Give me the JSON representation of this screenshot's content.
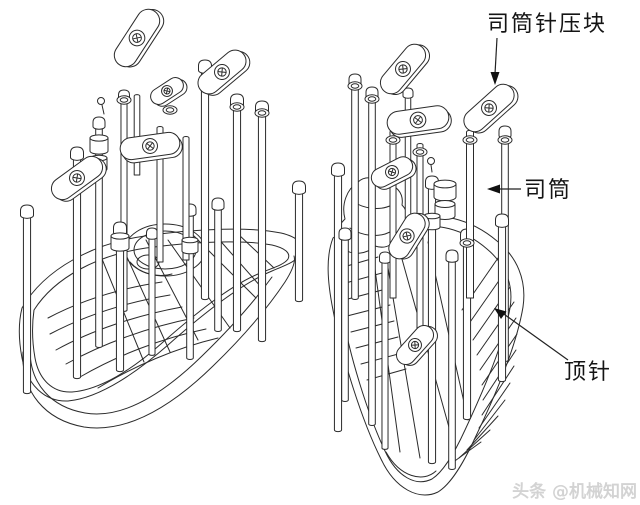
{
  "diagram": {
    "labels": {
      "block": {
        "text": "司筒针压块"
      },
      "sleeve": {
        "text": "司筒"
      },
      "pin": {
        "text": "顶针"
      }
    },
    "watermark": {
      "text": "头条 @机械知网"
    },
    "colors": {
      "line": "#2b2b2b",
      "label_text": "#141414",
      "leader": "#222222",
      "arrowhead": "#111111",
      "watermark": "#d3d3d3",
      "background": "#ffffff"
    }
  }
}
